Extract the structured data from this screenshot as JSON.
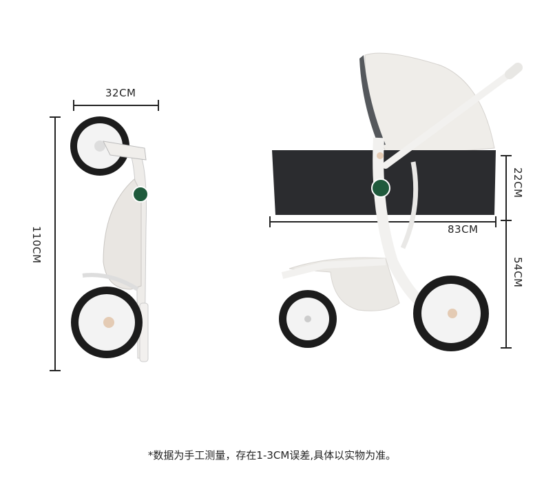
{
  "folded": {
    "width_label": "32CM",
    "height_label": "110CM"
  },
  "unfolded": {
    "length_label": "83CM",
    "bassinet_height_label": "22CM",
    "frame_height_label": "54CM"
  },
  "note": "*数据为手工测量，存在1-3CM误差,具体以实物为准。",
  "colors": {
    "frame": "#f1efec",
    "bassinet": "#2b2c2f",
    "tire": "#1c1c1c",
    "badge": "#1f5a3c",
    "line": "#222222"
  }
}
